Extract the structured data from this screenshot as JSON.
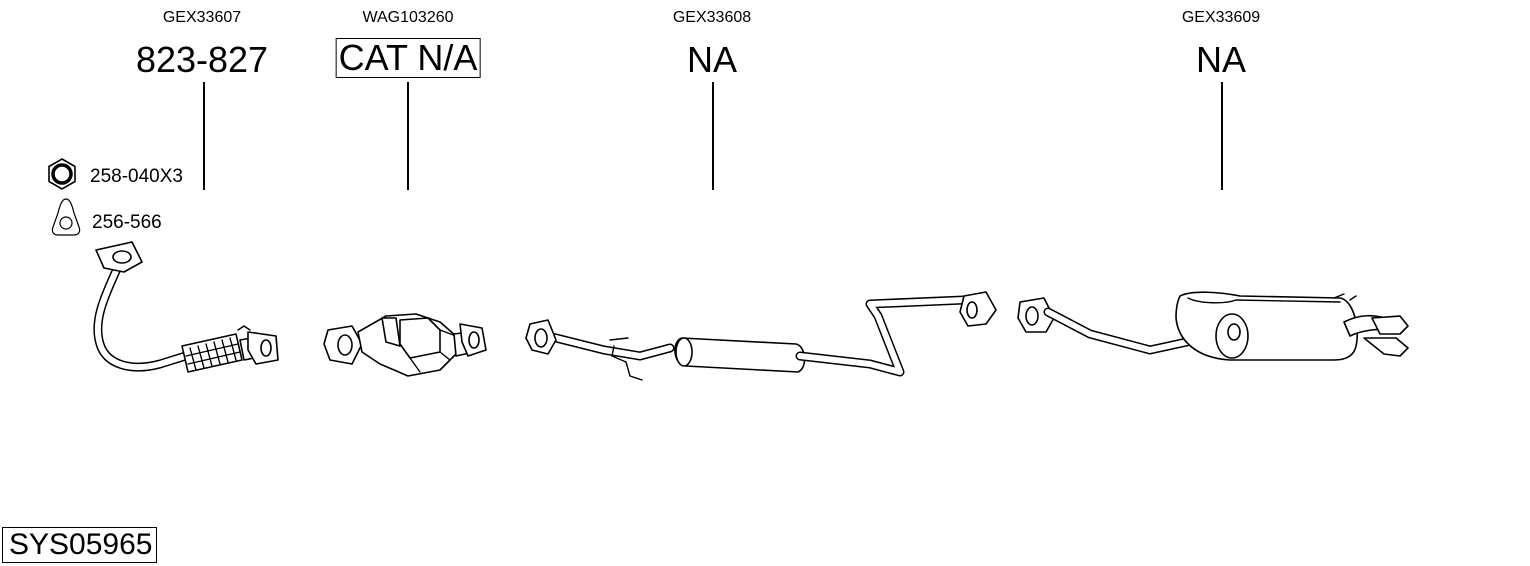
{
  "components": [
    {
      "code": "GEX33607",
      "part_number": "823-827",
      "boxed": false
    },
    {
      "code": "WAG103260",
      "part_number": "CAT N/A",
      "boxed": true
    },
    {
      "code": "GEX33608",
      "part_number": "NA",
      "boxed": false
    },
    {
      "code": "GEX33609",
      "part_number": "NA",
      "boxed": false
    }
  ],
  "accessories": [
    {
      "icon": "hex-nut-icon",
      "label": "258-040X3"
    },
    {
      "icon": "flange-gasket-icon",
      "label": "256-566"
    }
  ],
  "system_code": "SYS05965"
}
